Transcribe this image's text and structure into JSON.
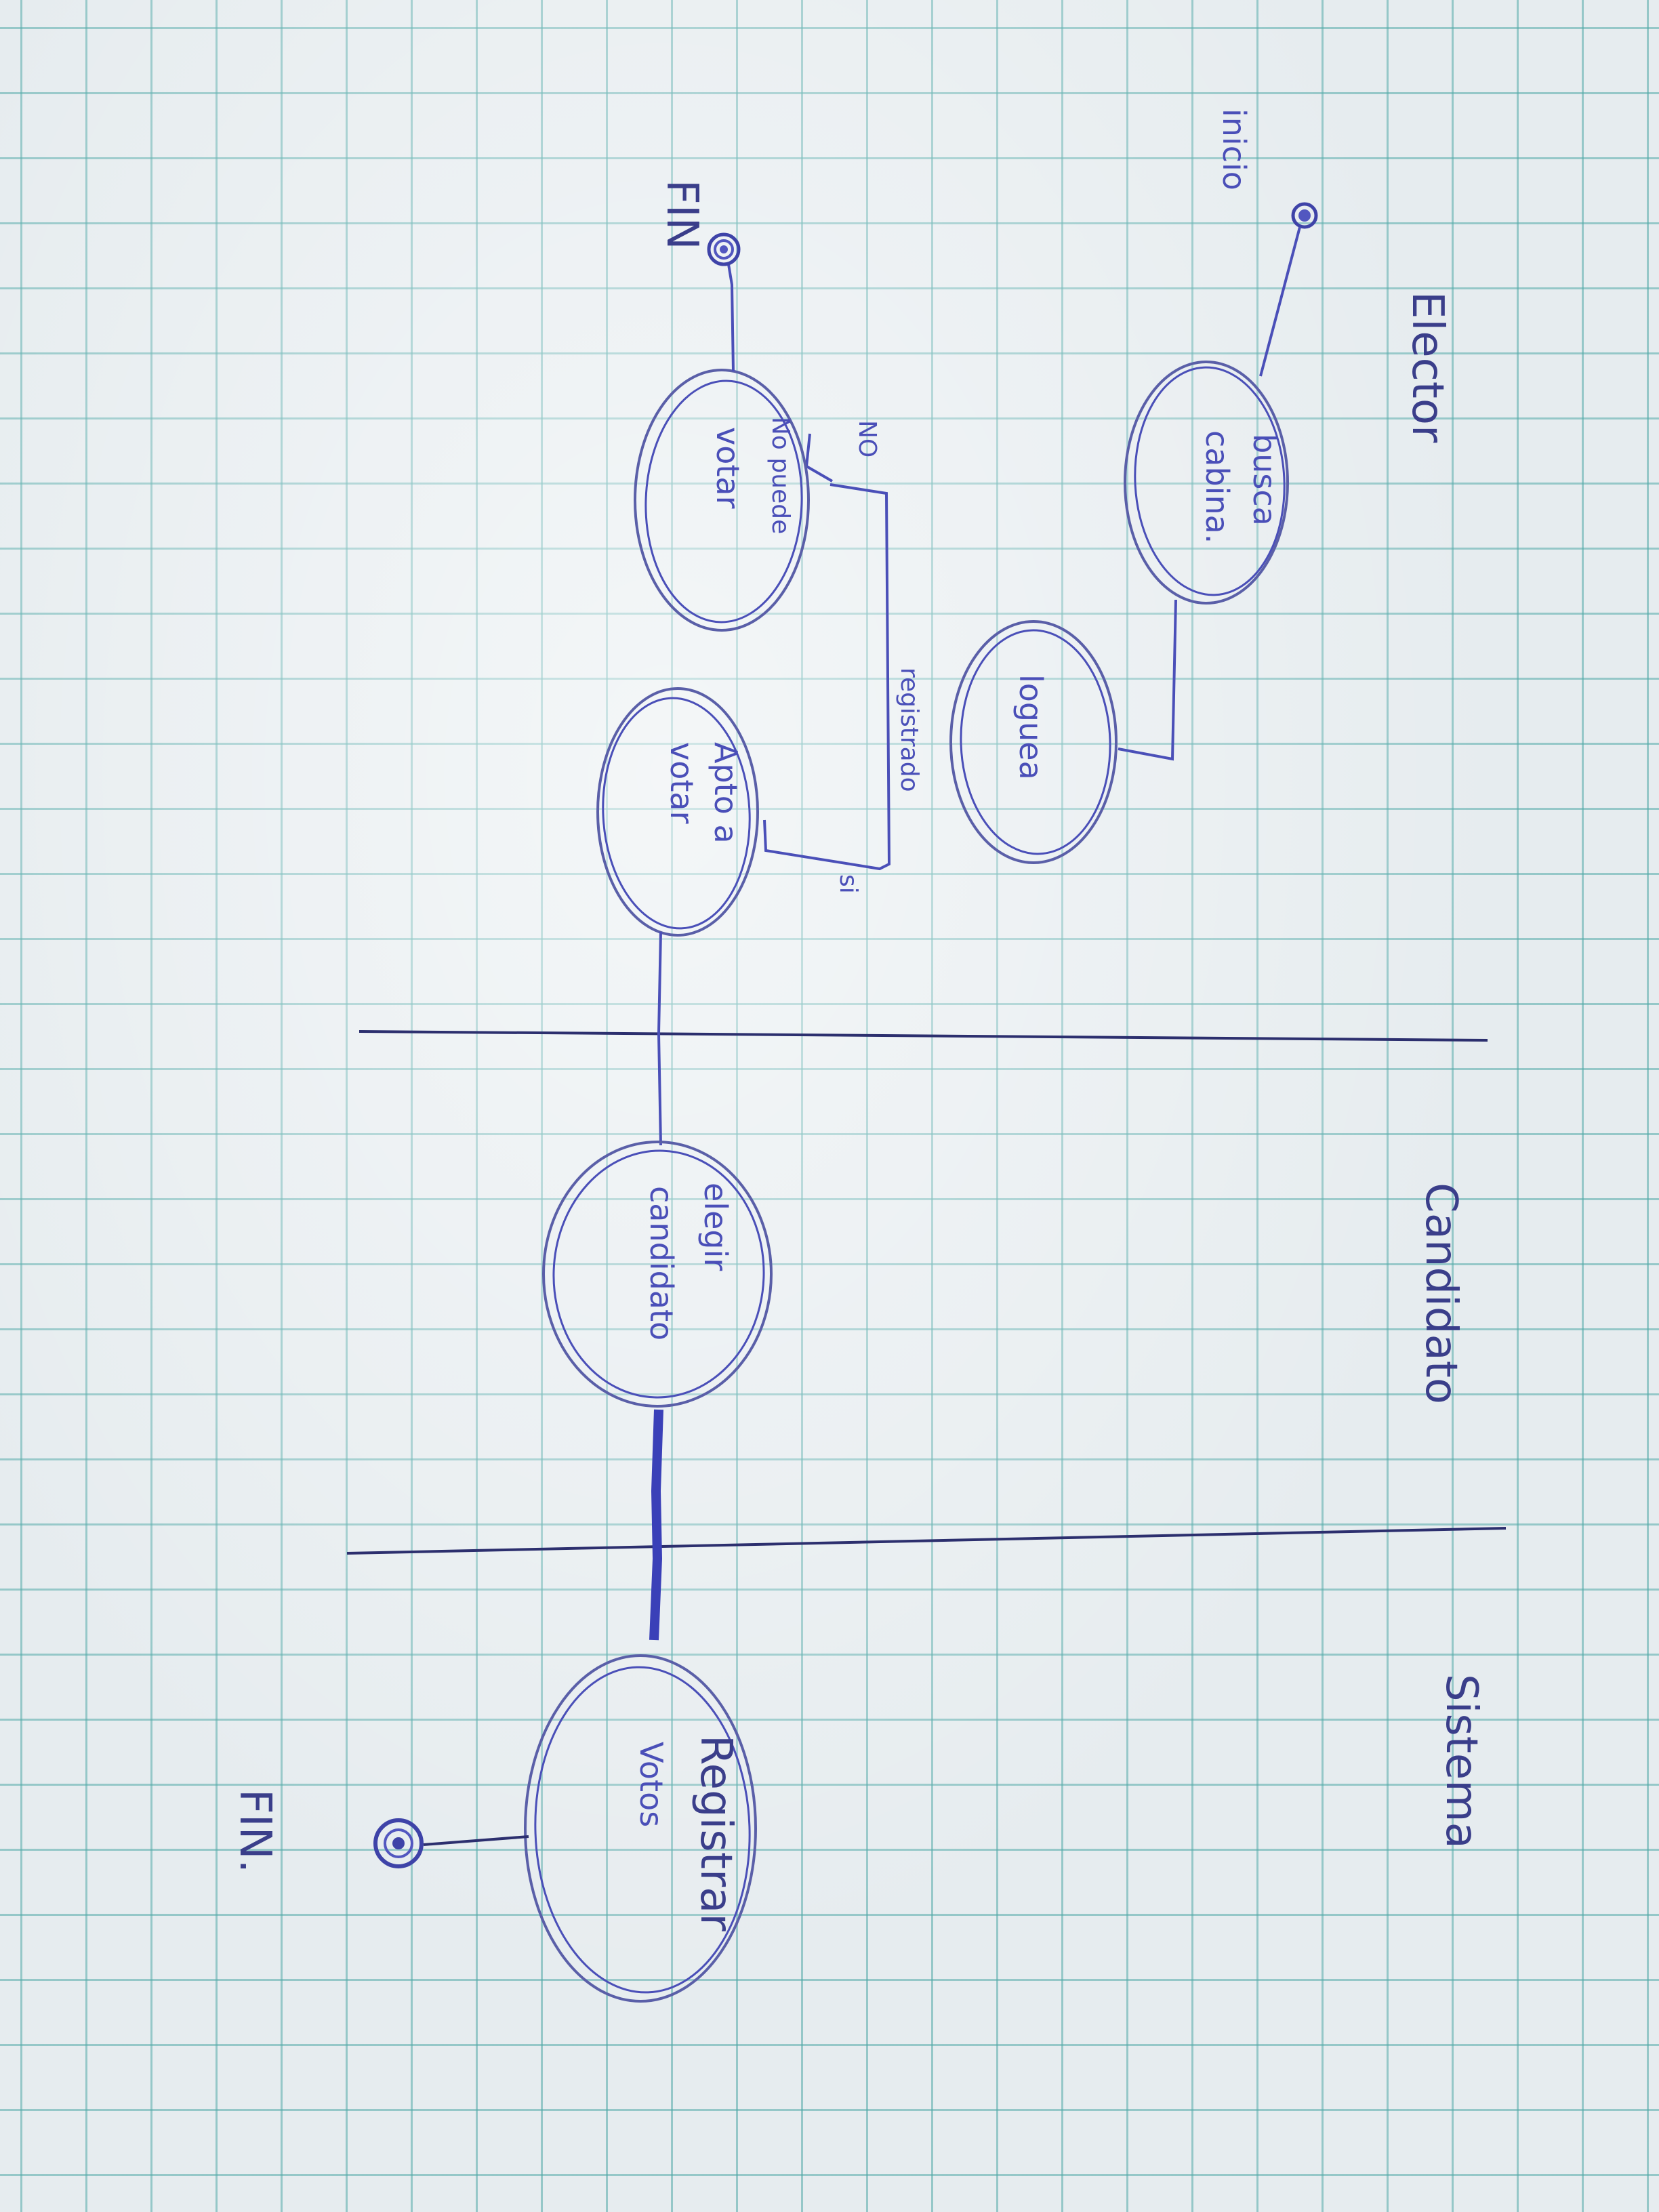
{
  "diagram": {
    "lanes": [
      {
        "id": "elector",
        "label": "Elector"
      },
      {
        "id": "candidato",
        "label": "Candidato"
      },
      {
        "id": "sistema",
        "label": "Sistema"
      }
    ],
    "start": {
      "label": "inicio"
    },
    "end_elector": {
      "label": "FIN"
    },
    "end_sistema": {
      "label": "FIN."
    },
    "nodes": {
      "busca_cabina": {
        "line1": "busca",
        "line2": "cabina."
      },
      "loguea": {
        "line1": "loguea"
      },
      "no_puede_votar": {
        "line1": "No puede",
        "line2": "votar"
      },
      "apto_votar": {
        "line1": "Apto a",
        "line2": "votar"
      },
      "elegir_candidato": {
        "line1": "elegir",
        "line2": "candidato"
      },
      "registrar_votos": {
        "line1": "Registrar",
        "line2": "Votos"
      }
    },
    "decision": {
      "label": "registrado",
      "no": "NO",
      "si": "si"
    }
  }
}
